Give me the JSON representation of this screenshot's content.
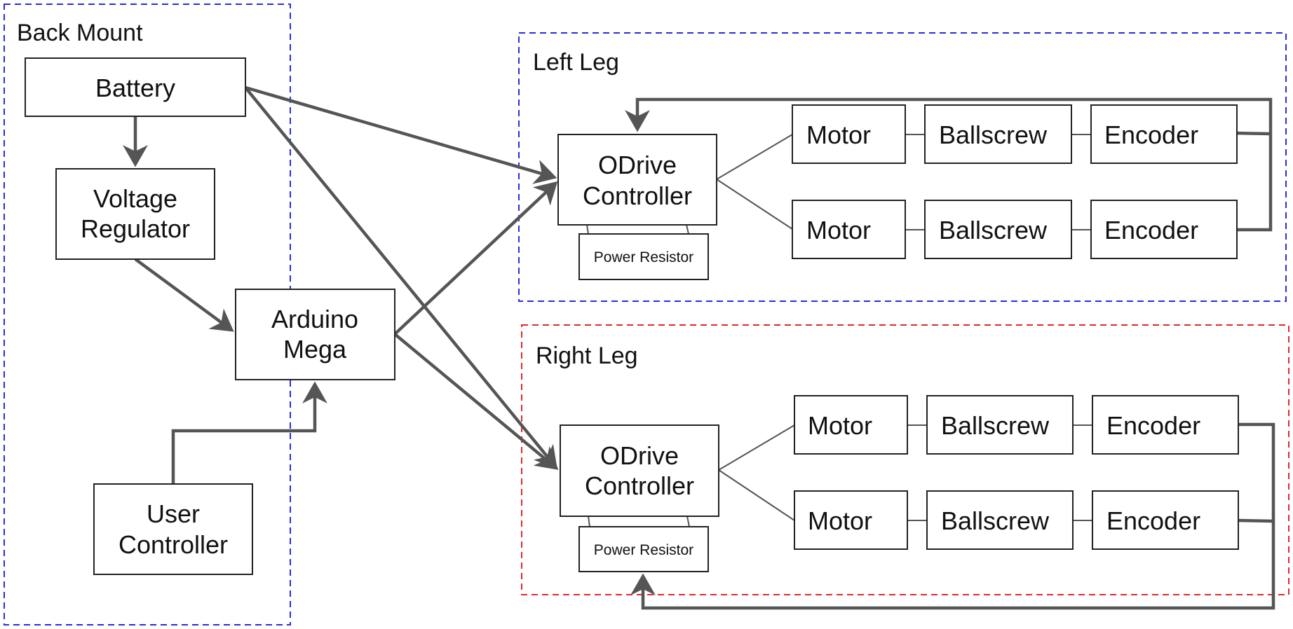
{
  "colors": {
    "back_mount_border": "#2b2bdd",
    "left_leg_border": "#2b2bdd",
    "right_leg_border": "#dd2b2b",
    "arrow": "#555555",
    "box_border": "#222222"
  },
  "groups": {
    "back_mount": {
      "title": "Back Mount"
    },
    "left_leg": {
      "title": "Left Leg"
    },
    "right_leg": {
      "title": "Right Leg"
    }
  },
  "nodes": {
    "battery": {
      "label": "Battery"
    },
    "voltage_regulator": {
      "label_line1": "Voltage",
      "label_line2": "Regulator"
    },
    "arduino_mega": {
      "label_line1": "Arduino",
      "label_line2": "Mega"
    },
    "user_controller": {
      "label_line1": "User",
      "label_line2": "Controller"
    },
    "left_odrive": {
      "label_line1": "ODrive",
      "label_line2": "Controller"
    },
    "left_power_resistor": {
      "label": "Power Resistor"
    },
    "left_motor_1": {
      "label": "Motor"
    },
    "left_ballscrew_1": {
      "label": "Ballscrew"
    },
    "left_encoder_1": {
      "label": "Encoder"
    },
    "left_motor_2": {
      "label": "Motor"
    },
    "left_ballscrew_2": {
      "label": "Ballscrew"
    },
    "left_encoder_2": {
      "label": "Encoder"
    },
    "right_odrive": {
      "label_line1": "ODrive",
      "label_line2": "Controller"
    },
    "right_power_resistor": {
      "label": "Power Resistor"
    },
    "right_motor_1": {
      "label": "Motor"
    },
    "right_ballscrew_1": {
      "label": "Ballscrew"
    },
    "right_encoder_1": {
      "label": "Encoder"
    },
    "right_motor_2": {
      "label": "Motor"
    },
    "right_ballscrew_2": {
      "label": "Ballscrew"
    },
    "right_encoder_2": {
      "label": "Encoder"
    }
  },
  "edges": [
    {
      "from": "battery",
      "to": "voltage_regulator",
      "type": "arrow"
    },
    {
      "from": "battery",
      "to": "left_odrive",
      "type": "arrow"
    },
    {
      "from": "battery",
      "to": "right_odrive",
      "type": "arrow"
    },
    {
      "from": "voltage_regulator",
      "to": "arduino_mega",
      "type": "arrow"
    },
    {
      "from": "user_controller",
      "to": "arduino_mega",
      "type": "arrow"
    },
    {
      "from": "arduino_mega",
      "to": "left_odrive",
      "type": "arrow"
    },
    {
      "from": "arduino_mega",
      "to": "right_odrive",
      "type": "arrow"
    },
    {
      "from": "left_encoder_1",
      "to": "left_odrive",
      "type": "arrow"
    },
    {
      "from": "left_encoder_2",
      "to": "left_odrive",
      "type": "arrow"
    },
    {
      "from": "right_encoder_1",
      "to": "right_power_resistor",
      "type": "arrow"
    },
    {
      "from": "right_encoder_2",
      "to": "right_power_resistor",
      "type": "arrow"
    },
    {
      "from": "left_odrive",
      "to": "left_motor_1",
      "type": "line"
    },
    {
      "from": "left_odrive",
      "to": "left_motor_2",
      "type": "line"
    },
    {
      "from": "left_motor_1",
      "to": "left_ballscrew_1",
      "type": "line"
    },
    {
      "from": "left_ballscrew_1",
      "to": "left_encoder_1",
      "type": "line"
    },
    {
      "from": "left_motor_2",
      "to": "left_ballscrew_2",
      "type": "line"
    },
    {
      "from": "left_ballscrew_2",
      "to": "left_encoder_2",
      "type": "line"
    },
    {
      "from": "left_odrive",
      "to": "left_power_resistor",
      "type": "line"
    },
    {
      "from": "right_odrive",
      "to": "right_motor_1",
      "type": "line"
    },
    {
      "from": "right_odrive",
      "to": "right_motor_2",
      "type": "line"
    },
    {
      "from": "right_motor_1",
      "to": "right_ballscrew_1",
      "type": "line"
    },
    {
      "from": "right_ballscrew_1",
      "to": "right_encoder_1",
      "type": "line"
    },
    {
      "from": "right_motor_2",
      "to": "right_ballscrew_2",
      "type": "line"
    },
    {
      "from": "right_ballscrew_2",
      "to": "right_encoder_2",
      "type": "line"
    },
    {
      "from": "right_odrive",
      "to": "right_power_resistor",
      "type": "line"
    }
  ]
}
